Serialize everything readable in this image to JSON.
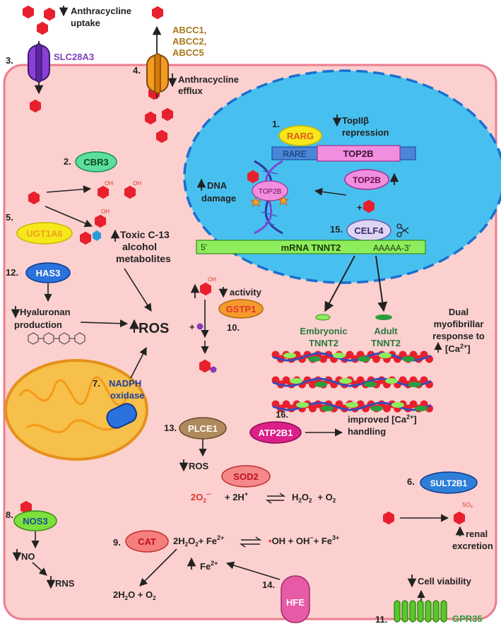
{
  "colors": {
    "cell_fill": "#fbd0cf",
    "cell_stroke": "#ee7d8c",
    "nucleus_fill": "#48c0ef",
    "nucleus_stroke": "#1a6fd0",
    "drug": "#e8202d",
    "slc": "#8b3fd6",
    "abcc": "#f49b20",
    "rarg": "#f6e81b",
    "top2b": "#f28ee0",
    "rare": "#4a86d8",
    "cbr3": "#5cdf9c",
    "ugt": "#f6e81b",
    "has3": "#2a72dd",
    "celf4": "#dcd6f4",
    "mrna": "#8ded5c",
    "tnnt_green": "#2a9d3e",
    "gstp1": "#f59a2c",
    "plce1": "#b08a5c",
    "sod2": "#f58888",
    "cat": "#f57f7c",
    "atp2b1": "#dd1f89",
    "sult": "#2e7fd8",
    "nos3": "#7ce13a",
    "hfe": "#e75aa6",
    "gpr35": "#56c928",
    "text_red": "#e0362c",
    "text_abcc": "#a8761a",
    "text_slc": "#7a3fb8",
    "text_nadph": "#1f3ea1",
    "text_gpr35": "#2a9d3e"
  },
  "transport": {
    "uptake_label_1": "Anthracycline",
    "uptake_label_2": "uptake",
    "slc_num": "3.",
    "slc_name": "SLC28A3",
    "abcc_num": "4.",
    "abcc_line1": "ABCC1,",
    "abcc_line2": "ABCC2,",
    "abcc_line3": "ABCC5",
    "efflux_label_1": "Anthracycline",
    "efflux_label_2": "efflux"
  },
  "nucleus": {
    "rarg_num": "1.",
    "rarg": "RARG",
    "top2_repression_1": "TopIIβ",
    "top2_repression_2": "repression",
    "rare": "RARE",
    "top2b_gene": "TOP2B",
    "top2b_protein": "TOP2B",
    "top2b_dna": "TOP2B",
    "dna_damage_1": "DNA",
    "dna_damage_2": "damage",
    "plus": "+",
    "celf4_num": "15.",
    "celf4": "CELF4",
    "mrna_5": "5′",
    "mrna_label": "mRNA TNNT2",
    "mrna_3": "AAAAA-3′"
  },
  "metabolism": {
    "cbr3_num": "2.",
    "cbr3": "CBR3",
    "oh": "OH",
    "ugt_num": "5.",
    "ugt": "UGT1A6",
    "toxic_1": "Toxic C-13",
    "toxic_2": "alcohol",
    "toxic_3": "metabolites",
    "has3_num": "12.",
    "has3": "HAS3",
    "hyaluronan_1": "Hyaluronan",
    "hyaluronan_2": "production",
    "ros": "ROS",
    "nadph_num": "7.",
    "nadph_1": "NADPH",
    "nadph_2": "oxidase"
  },
  "gstp": {
    "activity": "activity",
    "gstp1": "GSTP1",
    "num": "10.",
    "plus": "+"
  },
  "sarcomere": {
    "embryonic_1": "Embryonic",
    "embryonic_2": "TNNT2",
    "adult_1": "Adult",
    "adult_2": "TNNT2",
    "dual_1": "Dual",
    "dual_2": "myofibrillar",
    "dual_3": "response to",
    "dual_4": "[Ca",
    "dual_sup": "2+",
    "dual_end": "]"
  },
  "lower": {
    "plce1_num": "13.",
    "plce1": "PLCE1",
    "plce1_ros": "ROS",
    "atp_num": "16.",
    "atp2b1": "ATP2B1",
    "improved_1": "improved [Ca",
    "improved_sup": "2+",
    "improved_end": "]",
    "handling": "handling",
    "sod2": "SOD2",
    "sod_eq_left": "2O",
    "sod_eq_left_sup": "–·",
    "sod_eq_mid": "+ 2H",
    "sod_eq_mid_sup": "+",
    "sod_eq_right": "H",
    "sod_eq_right_2": "O",
    "sod_eq_right_3": "+ O",
    "sult_num": "6.",
    "sult": "SULT2B1",
    "so": "SO",
    "renal_1": "renal",
    "renal_2": "excretion",
    "nos_num": "8.",
    "nos3": "NOS3",
    "no": "NO",
    "rns": "RNS",
    "cat_num": "9.",
    "cat": "CAT",
    "fenton_left": "2H",
    "fenton_left_2": "O",
    "fenton_fe": "+ Fe",
    "fenton_fe_sup": "2+",
    "fenton_oh": "OH + OH",
    "fenton_oh_sup": "−",
    "fenton_fe3": "+ Fe",
    "fenton_fe3_sup": "3+",
    "fe2": "Fe",
    "fe2_sup": "2+",
    "cat_prod_1": "2H",
    "cat_prod_2": "O + O",
    "hfe_num": "14.",
    "hfe": "HFE",
    "viability": "Cell viability",
    "gpr_num": "11.",
    "gpr35": "GPR35"
  }
}
